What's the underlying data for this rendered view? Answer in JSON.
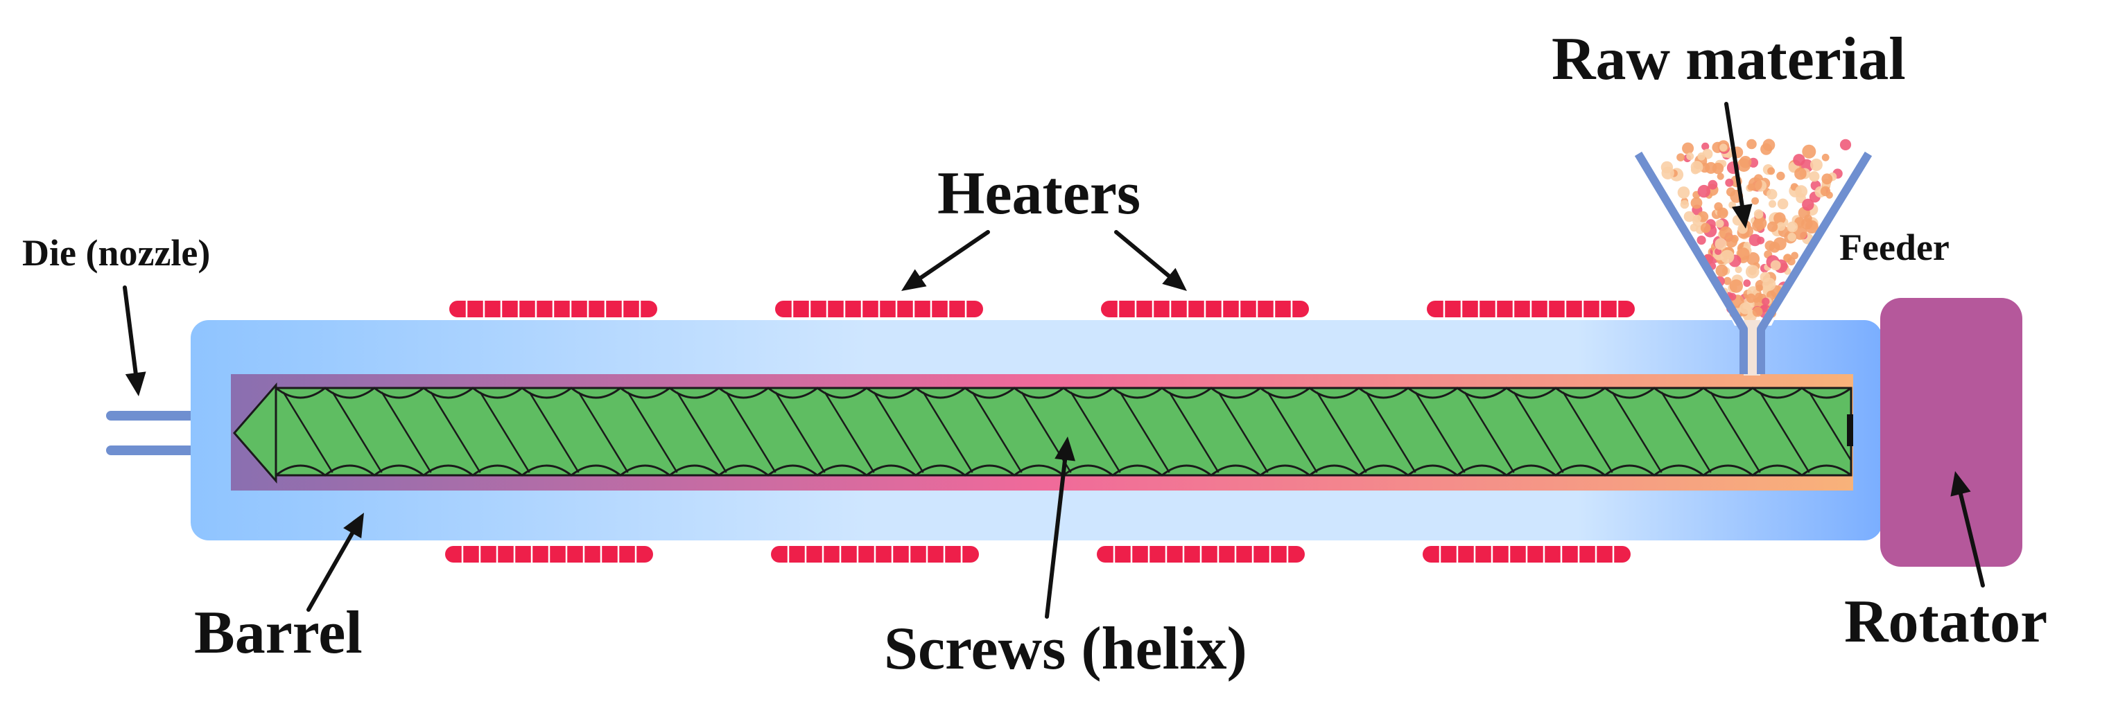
{
  "labels": {
    "raw_material": "Raw material",
    "heaters": "Heaters",
    "die": "Die (nozzle)",
    "feeder": "Feeder",
    "barrel": "Barrel",
    "screws": "Screws (helix)",
    "rotator": "Rotator"
  },
  "colors": {
    "barrel_light": "#cfe6ff",
    "barrel_mid": "#8fc4ff",
    "barrel_dark": "#7aaeff",
    "heater": "#ee1f4a",
    "melt_start": "#8a6fb0",
    "melt_mid": "#f06a9a",
    "melt_end": "#f8b27a",
    "screw": "#5fbd62",
    "hopper": "#6f8fd0",
    "rotator": "#b5589b",
    "die": "#6f8fd0",
    "pellet_a": "#f4a06a",
    "pellet_b": "#ef5c7a",
    "pellet_c": "#f9cfa6"
  },
  "heaters": {
    "top_count": 4,
    "bottom_count": 4
  },
  "screw": {
    "flight_count": 32
  }
}
